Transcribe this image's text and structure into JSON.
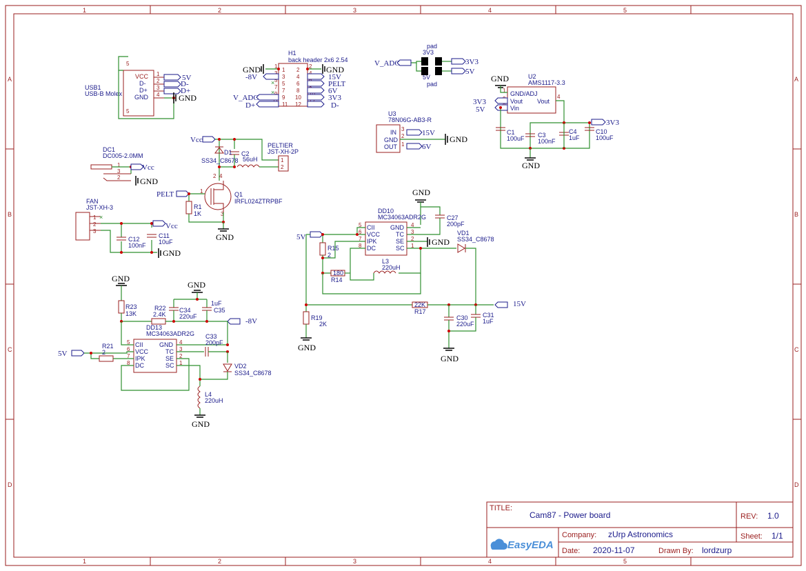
{
  "title_block": {
    "title_label": "TITLE:",
    "title": "Cam87 - Power board",
    "rev_label": "REV:",
    "rev": "1.0",
    "company_label": "Company:",
    "company": "zUrp Astronomics",
    "sheet_label": "Sheet:",
    "sheet": "1/1",
    "date_label": "Date:",
    "date": "2020-11-07",
    "drawn_label": "Drawn By:",
    "drawn_by": "lordzurp",
    "logo_text": "EasyEDA"
  },
  "zones": {
    "columns": [
      "1",
      "2",
      "3",
      "4",
      "5"
    ],
    "rows": [
      "A",
      "B",
      "C",
      "D"
    ]
  },
  "components": {
    "usb1": {
      "ref": "USB1",
      "value": "USB-B Molex",
      "pins": [
        "VCC",
        "D-",
        "D+",
        "GND"
      ],
      "pin_nums": [
        "1",
        "2",
        "3",
        "4",
        "5",
        "5"
      ],
      "nets": [
        "5V",
        "D-",
        "D+"
      ]
    },
    "h1": {
      "ref": "H1",
      "value": "back header 2x6 2.54",
      "left_nums": [
        "1",
        "3",
        "5",
        "7",
        "9",
        "11"
      ],
      "right_nums": [
        "2",
        "4",
        "6",
        "8",
        "10",
        "12"
      ],
      "outer_left": [
        "1",
        "3",
        "5",
        "7",
        "9",
        "11"
      ],
      "outer_right": [
        "2",
        "4",
        "6",
        "8",
        "10",
        "12"
      ],
      "nets_left": [
        "-8V",
        "V_ADC",
        "D+"
      ],
      "nets_right": [
        "15V",
        "PELT",
        "6V",
        "3V3",
        "D-"
      ]
    },
    "pads": {
      "label_top": "pad",
      "label_bottom": "pad",
      "v_top": "3V3",
      "v_bottom": "5V",
      "net_in": "V_ADC",
      "net_3v3": "3V3",
      "net_5v": "5V"
    },
    "u2": {
      "ref": "U2",
      "value": "AMS1117-3.3",
      "pins": [
        "GND/ADJ",
        "Vout",
        "Vin",
        "Vout"
      ],
      "pin_nums": [
        "1",
        "2",
        "3",
        "4"
      ],
      "nets": [
        "3V3",
        "5V"
      ]
    },
    "caps_u2": [
      {
        "ref": "C1",
        "value": "100uF"
      },
      {
        "ref": "C3",
        "value": "100nF"
      },
      {
        "ref": "C4",
        "value": "1uF"
      },
      {
        "ref": "C10",
        "value": "100uF"
      }
    ],
    "u2_out_net": "3V3",
    "u3": {
      "ref": "U3",
      "value": "78N06G-AB3-R",
      "pins": [
        "IN",
        "GND",
        "OUT"
      ],
      "pin_nums": [
        "3",
        "2",
        "1"
      ],
      "nets": [
        "15V",
        "6V"
      ]
    },
    "dc1": {
      "ref": "DC1",
      "value": "DC005-2.0MM",
      "pin_nums": [
        "1",
        "3",
        "2"
      ],
      "net": "Vcc"
    },
    "peltier": {
      "ref": "PELTIER",
      "value": "JST-XH-2P",
      "pin_nums": [
        "1",
        "2"
      ]
    },
    "d_peltier": {
      "ref": "D1",
      "value": "SS34_C8678"
    },
    "c2": {
      "ref": "C2",
      "value": "56uH"
    },
    "q1": {
      "ref": "Q1",
      "value": "IRFL024ZTRPBF",
      "pin_nums": [
        "1",
        "2",
        "3",
        "4"
      ]
    },
    "r1": {
      "ref": "R1",
      "value": "1K"
    },
    "fan": {
      "ref": "FAN",
      "value": "JST-XH-3",
      "pin_nums": [
        "1",
        "2",
        "3"
      ],
      "net": "Vcc"
    },
    "c12": {
      "ref": "C12",
      "value": "100nF"
    },
    "c11": {
      "ref": "C11",
      "value": "10uF"
    },
    "dd10": {
      "ref": "DD10",
      "value": "MC34063ADR2G",
      "left_pins": [
        "CII",
        "VCC",
        "IPK",
        "DC"
      ],
      "left_nums": [
        "5",
        "6",
        "7",
        "8"
      ],
      "right_pins": [
        "GND",
        "TC",
        "SE",
        "SC"
      ],
      "right_nums": [
        "4",
        "3",
        "2",
        "1"
      ]
    },
    "c27": {
      "ref": "C27",
      "value": "200pF"
    },
    "vd1": {
      "ref": "VD1",
      "value": "SS34_C8678"
    },
    "r15": {
      "ref": "R15",
      "value": "2"
    },
    "r14": {
      "ref": "R14",
      "value": "180"
    },
    "l3": {
      "ref": "L3",
      "value": "220uH"
    },
    "r19": {
      "ref": "R19",
      "value": "2K"
    },
    "r17": {
      "ref": "R17",
      "value": "22K"
    },
    "c30": {
      "ref": "C30",
      "value": "220uF"
    },
    "c31": {
      "ref": "C31",
      "value": "1uF"
    },
    "dd13": {
      "ref": "DD13",
      "value": "MC34063ADR2G",
      "left_pins": [
        "CII",
        "VCC",
        "IPK",
        "DC"
      ],
      "left_nums": [
        "5",
        "6",
        "7",
        "8"
      ],
      "right_pins": [
        "GND",
        "TC",
        "SE",
        "SC"
      ],
      "right_nums": [
        "4",
        "3",
        "2",
        "1"
      ]
    },
    "r23": {
      "ref": "R23",
      "value": "13K"
    },
    "r22": {
      "ref": "R22",
      "value": "2.4K"
    },
    "c34": {
      "ref": "C34",
      "value": "220uF"
    },
    "c35": {
      "ref": "C35",
      "value": "1uF"
    },
    "c33": {
      "ref": "C33",
      "value": "200pF"
    },
    "vd2": {
      "ref": "VD2",
      "value": "SS34_C8678"
    },
    "r21": {
      "ref": "R21",
      "value": "2"
    },
    "l4": {
      "ref": "L4",
      "value": "220uH"
    }
  },
  "power": {
    "gnd": "GND",
    "vcc": "Vcc",
    "pelt": "PELT",
    "v5": "5V",
    "v15": "15V",
    "vneg8": "-8V"
  }
}
